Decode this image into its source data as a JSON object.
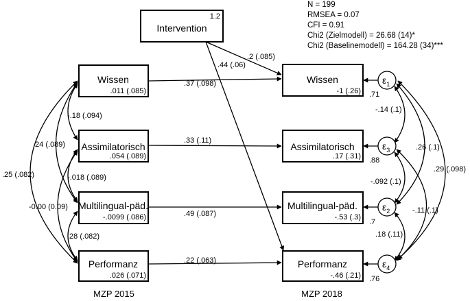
{
  "stats": [
    "N = 199",
    "RMSEA = 0.07",
    "CFI = 0.91",
    "Chi2 (Zielmodell) = 26.68 (14)*",
    "Chi2 (Baselinemodell) = 164.28 (34)***"
  ],
  "intervention": {
    "label": "Intervention",
    "value": "1.2"
  },
  "left_nodes": [
    {
      "label": "Wissen",
      "value": ".011 (.085)"
    },
    {
      "label": "Assimilatorisch",
      "value": ".054 (.089)"
    },
    {
      "label": "Multilingual-päd.",
      "value": "-.0099 (.086)"
    },
    {
      "label": "Performanz",
      "value": ".026 (.071)"
    }
  ],
  "right_nodes": [
    {
      "label": "Wissen",
      "value": "-1 (.26)"
    },
    {
      "label": "Assimilatorisch",
      "value": ".17 (.31)"
    },
    {
      "label": "Multilingual-päd.",
      "value": "-.53 (.3)"
    },
    {
      "label": "Performanz",
      "value": "-.46 (.21)"
    }
  ],
  "errors": [
    {
      "symbol": "ε",
      "index": "1",
      "variance": ".71"
    },
    {
      "symbol": "ε",
      "index": "3",
      "variance": ".88"
    },
    {
      "symbol": "ε",
      "index": "2",
      "variance": ".7"
    },
    {
      "symbol": "ε",
      "index": "4",
      "variance": ".76"
    }
  ],
  "paths": {
    "wissen": ".37 (.098)",
    "assim": ".33 (.11)",
    "multi": ".49 (.087)",
    "perf": ".22 (.063)",
    "int_wissen": ".2 (.085)",
    "int_perf": ".44 (.06)"
  },
  "left_cov": {
    "w_a": "-.18 (.094)",
    "w_m": ".24 (.089)",
    "w_p": ".25 (.082)",
    "a_m": "-.018 (.089)",
    "a_p": "-0.00 (0.09)",
    "m_p": ".28 (.082)"
  },
  "right_cov": {
    "e1_e3": "-.14 (.1)",
    "e1_e2": ".26 (.1)",
    "e1_e4": ".29 (.098)",
    "e3_e2": "-.092 (.1)",
    "e3_e4": "-.11 (.1)",
    "e2_e4": ".18 (.11)"
  },
  "footer": {
    "left": "MZP 2015",
    "right": "MZP 2018"
  }
}
